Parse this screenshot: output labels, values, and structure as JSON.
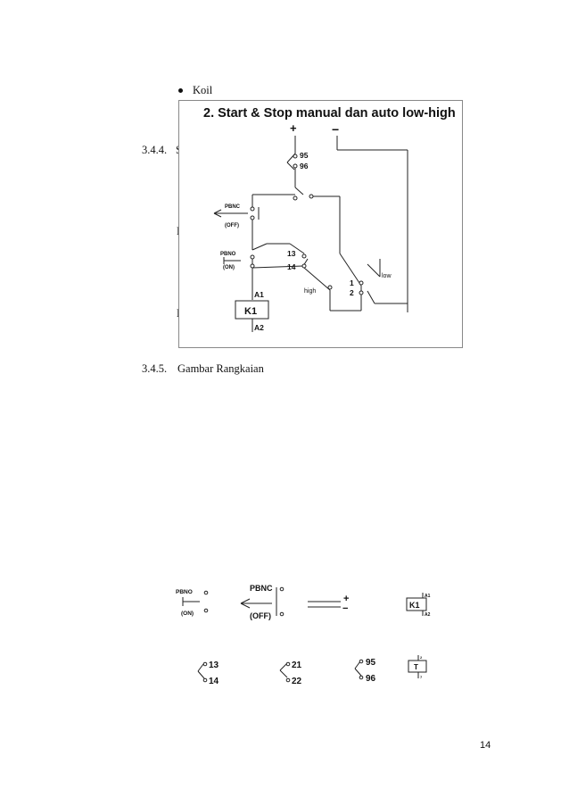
{
  "body": {
    "bullet_items": [
      "Koil"
    ],
    "section_344_number": "3.4.4.",
    "section_344_partial": "S",
    "partial_text_1": "F",
    "partial_text_2": "N",
    "section_345_number": "3.4.5.",
    "section_345_title": "Gambar Rangkaian"
  },
  "figure": {
    "title": "2. Start & Stop manual dan auto low-high",
    "plus": "+",
    "minus": "−",
    "labels": {
      "t95": "95",
      "t96": "96",
      "pbnc": "PBNC",
      "off": "(OFF)",
      "pbno": "PBNO",
      "on": "(ON)",
      "t13": "13",
      "t14": "14",
      "t1": "1",
      "t2": "2",
      "low": "low",
      "high": "high",
      "a1": "A1",
      "a2": "A2",
      "k1": "K1"
    }
  },
  "legend": {
    "pbno": "PBNO",
    "on": "(ON)",
    "pbnc": "PBNC",
    "off": "(OFF)",
    "plus": "+",
    "minus": "−",
    "a1": "A1",
    "k1": "K1",
    "a2": "A2",
    "t13": "13",
    "t14": "14",
    "t21": "21",
    "t22": "22",
    "t95": "95",
    "t96": "96",
    "timer": "T",
    "timer_top": "2",
    "timer_bottom": "7"
  },
  "footer": {
    "page_number": "14"
  }
}
